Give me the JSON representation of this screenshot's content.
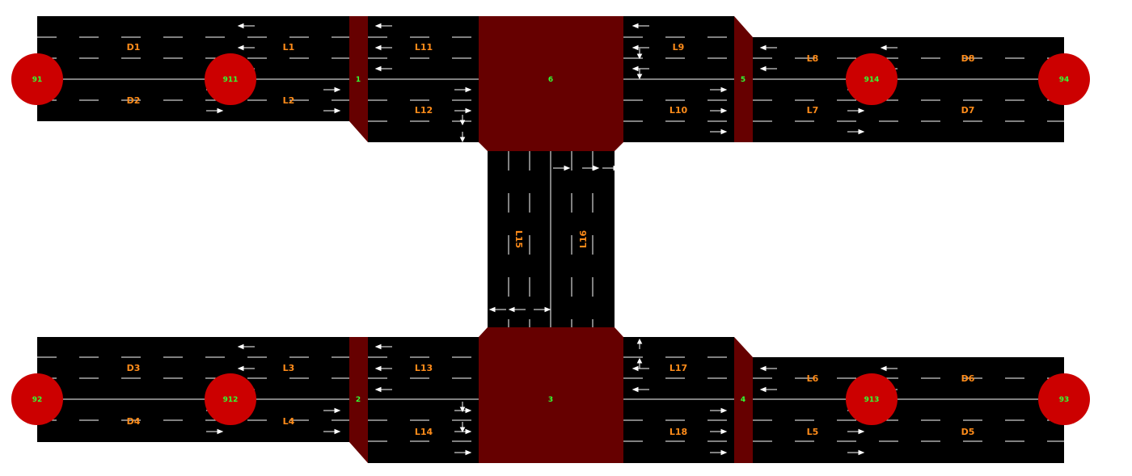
{
  "colors": {
    "background": "#ffffff",
    "road": "#000000",
    "lane_marking": "#ffffff",
    "junction": "#660000",
    "node_circle": "#cc0000",
    "road_label": "#ff8c1a",
    "node_label": "#33ff33"
  },
  "nodes": [
    "1",
    "2",
    "3",
    "4",
    "5",
    "6"
  ],
  "endpoints": [
    "91",
    "92",
    "93",
    "94",
    "911",
    "912",
    "913",
    "914"
  ],
  "roads": [
    "D1",
    "L1",
    "L11",
    "L9",
    "L8",
    "D8",
    "D2",
    "L2",
    "L12",
    "L10",
    "L7",
    "D7",
    "L15",
    "L16",
    "D3",
    "L3",
    "L13",
    "L17",
    "L6",
    "D6",
    "D4",
    "L4",
    "L14",
    "L18",
    "L5",
    "D5"
  ]
}
